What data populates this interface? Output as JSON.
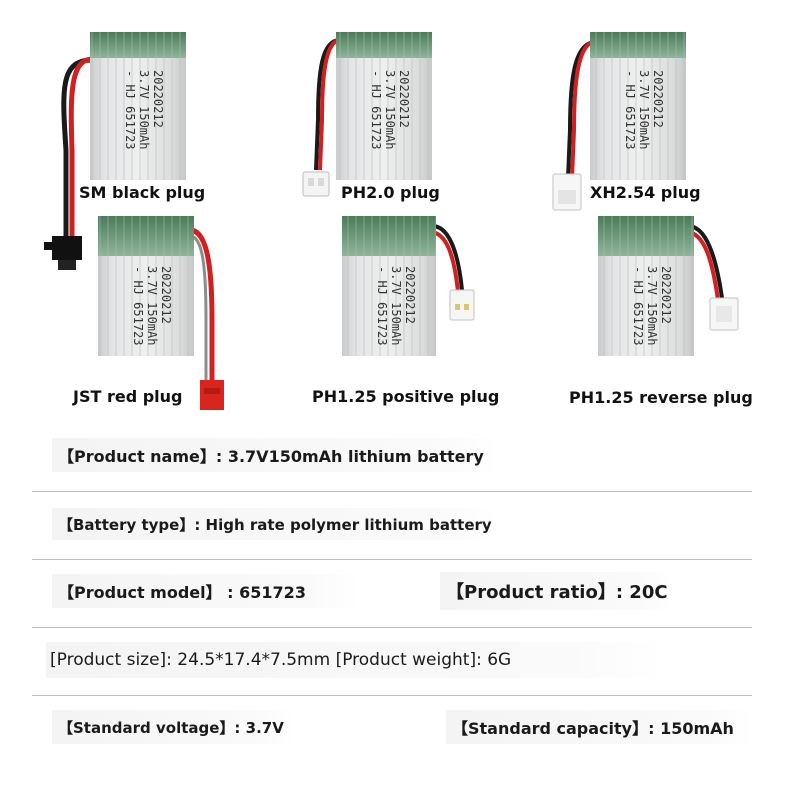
{
  "plugs": [
    {
      "caption": "SM black plug"
    },
    {
      "caption": "PH2.0 plug"
    },
    {
      "caption": "XH2.54 plug"
    },
    {
      "caption": "JST red plug"
    },
    {
      "caption": "PH1.25 positive plug"
    },
    {
      "caption": "PH1.25 reverse plug"
    }
  ],
  "battery_label": {
    "line1": "- HJ 651723",
    "line2": "3.7V 150mAh",
    "line3": "20220212"
  },
  "specs": {
    "product_name": "【Product name】: 3.7V150mAh lithium battery",
    "battery_type": "【Battery type】: High rate polymer lithium battery",
    "product_model": "【Product model】 :   651723",
    "product_ratio": "【Product ratio】: 20C",
    "size_weight": "[Product size]: 24.5*17.4*7.5mm [Product weight]: 6G",
    "standard_voltage": "【Standard voltage】: 3.7V",
    "standard_capacity": "【Standard capacity】: 150mAh"
  },
  "colors": {
    "cell_body": "#d8dadb",
    "cell_top_band": "#5d8e6c",
    "wire_red": "#d21f1f",
    "wire_black": "#1a1a1a",
    "jst_red": "#d9261c",
    "plug_white": "#f5f5f5"
  }
}
